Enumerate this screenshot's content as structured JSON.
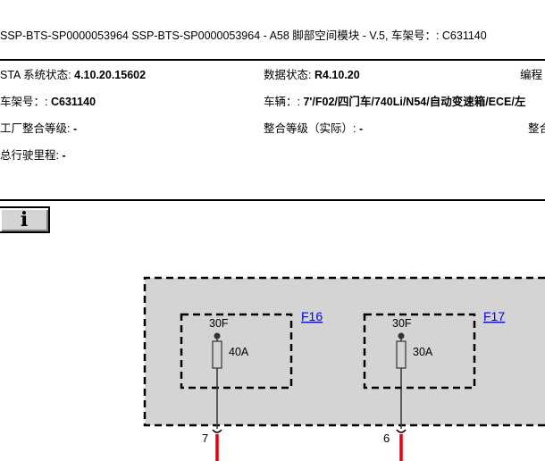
{
  "document": {
    "title": "SSP-BTS-SP0000053964 SSP-BTS-SP0000053964 - A58 脚部空间模块 - V.5, 车架号：: C631140"
  },
  "vehicle_info": {
    "ista_status_label": "STA 系统状态:",
    "ista_status_value": "4.10.20.15602",
    "data_status_label": "数据状态:",
    "data_status_value": "R4.10.20",
    "col3_label": "编程",
    "vin_label": "车架号：:",
    "vin_value": "C631140",
    "vehicle_label": "车辆：:",
    "vehicle_value": "7'/F02/四门车/740Li/N54/自动变速箱/ECE/左",
    "factory_level_label": "工厂整合等级:",
    "factory_level_value": "-",
    "actual_level_label": "整合等级（实际）:",
    "actual_level_value": "-",
    "col3_label_2": "整合",
    "mileage_label": "总行驶里程:",
    "mileage_value": "-"
  },
  "info_button": {
    "glyph": "i"
  },
  "diagram": {
    "fuses": [
      {
        "supply": "30F",
        "rating": "40A",
        "link": "F16",
        "pin": "7"
      },
      {
        "supply": "30F",
        "rating": "30A",
        "link": "F17",
        "pin": "6"
      }
    ],
    "colors": {
      "module_fill": "#d4d4d4",
      "wire": "#e8000b",
      "link": "#0000ee"
    }
  }
}
